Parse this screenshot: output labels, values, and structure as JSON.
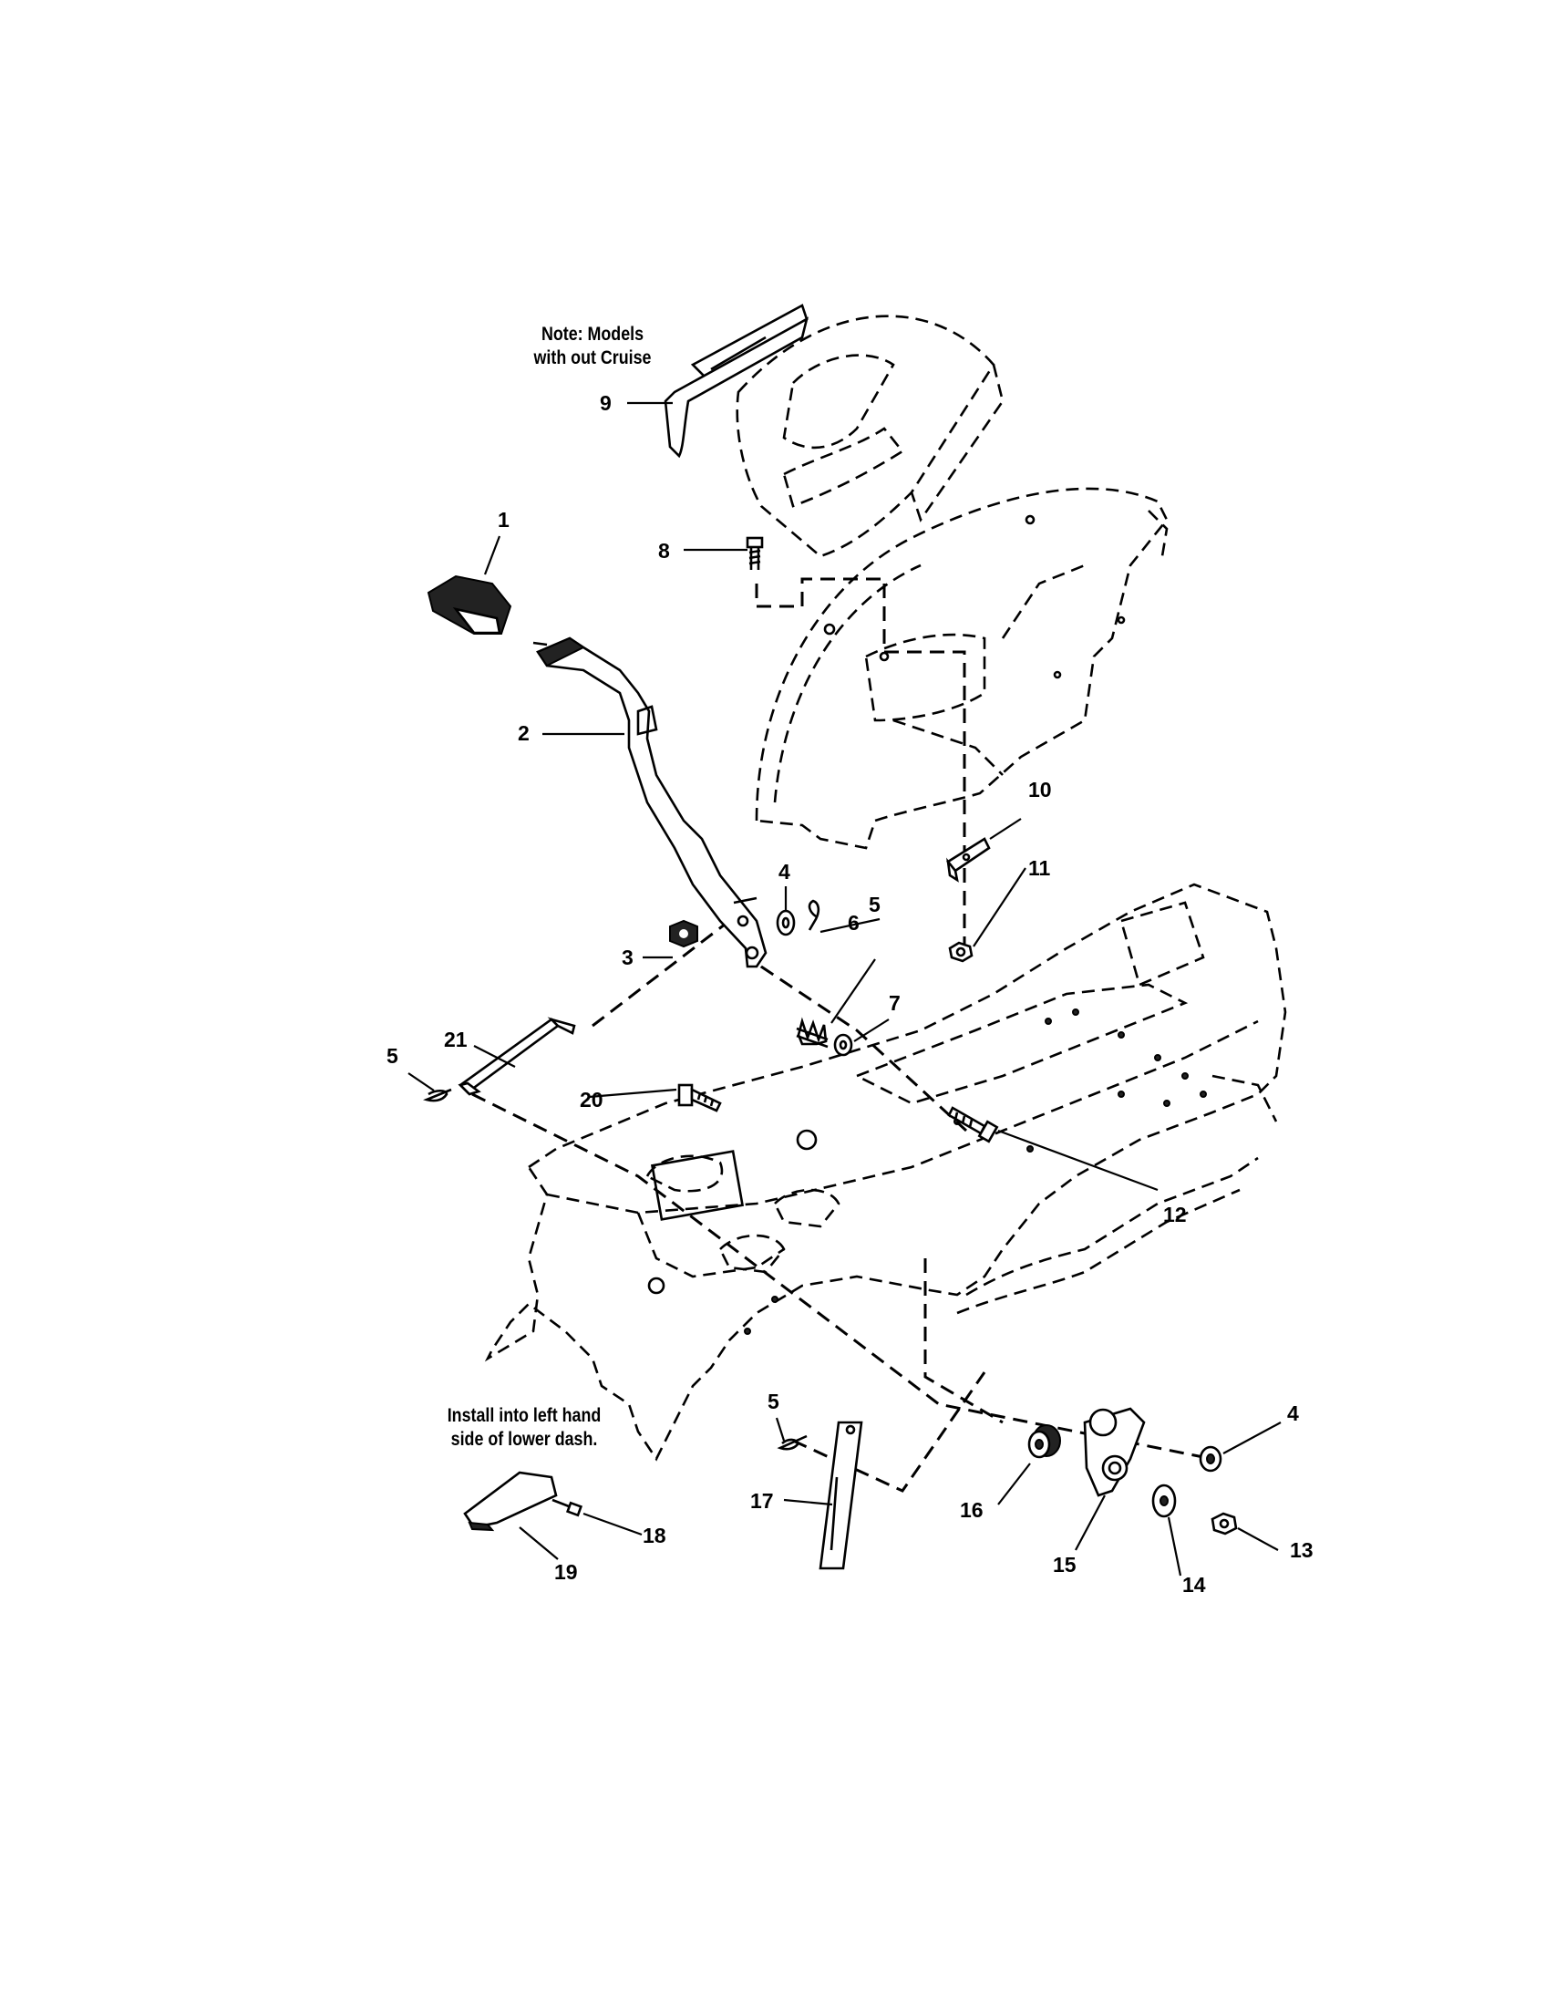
{
  "notes": {
    "models_without_cruise_line1": "Note: Models",
    "models_without_cruise_line2": "with out Cruise",
    "install_line1": "Install into left hand",
    "install_line2": "side of lower dash."
  },
  "callouts": {
    "c1": "1",
    "c2": "2",
    "c3": "3",
    "c4a": "4",
    "c4b": "4",
    "c5a": "5",
    "c5b": "5",
    "c5c": "5",
    "c6": "6",
    "c7": "7",
    "c8": "8",
    "c9": "9",
    "c10": "10",
    "c11": "11",
    "c12": "12",
    "c13": "13",
    "c14": "14",
    "c15": "15",
    "c16": "16",
    "c17": "17",
    "c18": "18",
    "c19": "19",
    "c20": "20",
    "c21": "21"
  }
}
